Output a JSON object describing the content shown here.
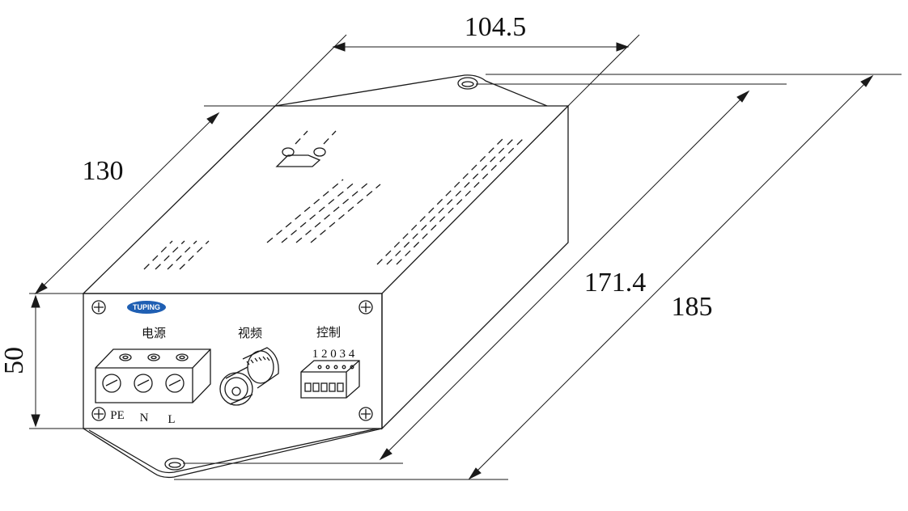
{
  "dimensions": {
    "width": "104.5",
    "depth": "130",
    "height": "50",
    "inner_length": "171.4",
    "outer_length": "185"
  },
  "front_panel": {
    "logo_text": "TUPING",
    "power_label": "电源",
    "video_label": "视频",
    "control_label": "控制",
    "terminal_pe": "PE",
    "terminal_n": "N",
    "terminal_l": "L",
    "dip_numbers": "1 2 0 3 4"
  },
  "colors": {
    "line": "#1a1a1a",
    "logo_blue": "#1f5fb3",
    "background": "#ffffff"
  }
}
